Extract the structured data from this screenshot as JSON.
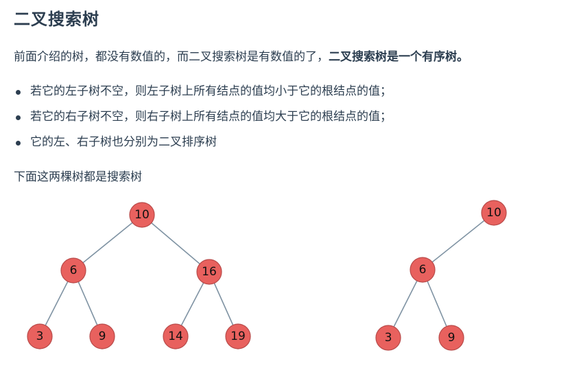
{
  "title": "二叉搜索树",
  "intro": {
    "text": "前面介绍的树，都没有数值的，而二叉搜索树是有数值的了，",
    "bold": "二叉搜索树是一个有序树。"
  },
  "bullets": [
    "若它的左子树不空，则左子树上所有结点的值均小于它的根结点的值；",
    "若它的右子树不空，则右子树上所有结点的值均大于它的根结点的值；",
    "它的左、右子树也分别为二叉排序树"
  ],
  "caption": "下面这两棵树都是搜索树",
  "trees": [
    {
      "nodes": [
        {
          "id": "a10",
          "label": "10"
        },
        {
          "id": "a6",
          "label": "6"
        },
        {
          "id": "a16",
          "label": "16"
        },
        {
          "id": "a3",
          "label": "3"
        },
        {
          "id": "a9",
          "label": "9"
        },
        {
          "id": "a14",
          "label": "14"
        },
        {
          "id": "a19",
          "label": "19"
        }
      ],
      "edges": [
        [
          "a10",
          "a6"
        ],
        [
          "a10",
          "a16"
        ],
        [
          "a6",
          "a3"
        ],
        [
          "a6",
          "a9"
        ],
        [
          "a16",
          "a14"
        ],
        [
          "a16",
          "a19"
        ]
      ]
    },
    {
      "nodes": [
        {
          "id": "b10",
          "label": "10"
        },
        {
          "id": "b6",
          "label": "6"
        },
        {
          "id": "b3",
          "label": "3"
        },
        {
          "id": "b9",
          "label": "9"
        }
      ],
      "edges": [
        [
          "b10",
          "b6"
        ],
        [
          "b6",
          "b3"
        ],
        [
          "b6",
          "b9"
        ]
      ]
    }
  ],
  "colors": {
    "node_fill": "#e8615e",
    "node_stroke": "#b84a49",
    "edge": "#7f93a3",
    "text": "#2c3e50"
  }
}
